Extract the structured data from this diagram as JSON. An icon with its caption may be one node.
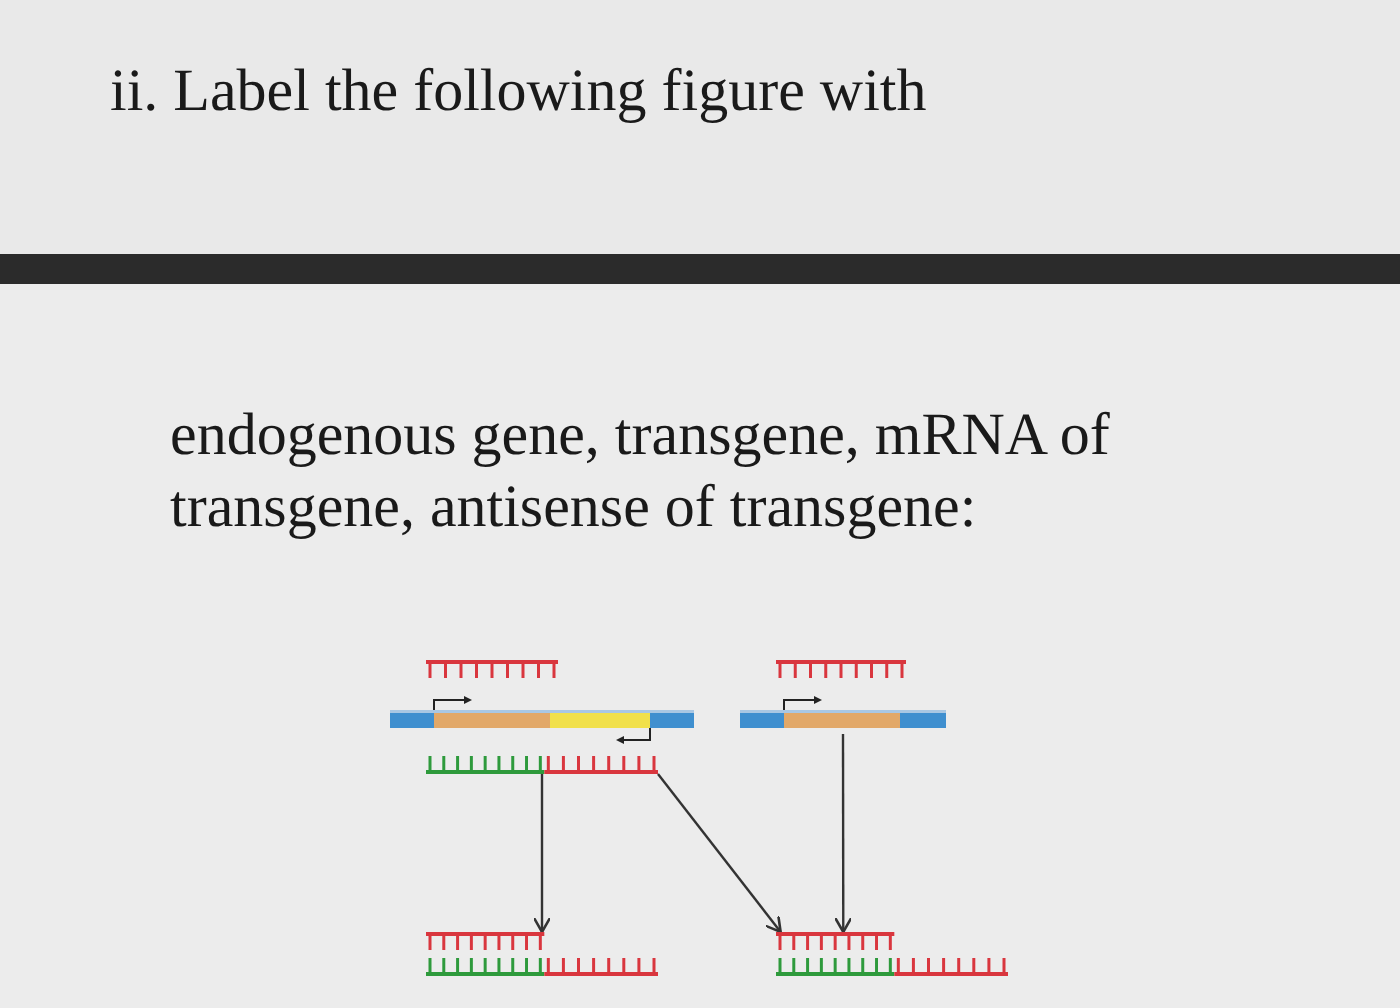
{
  "diagram": {
    "title": "ii. Label the following figure with",
    "nodes": [
      {
        "text": [],
        "shape": "bar"
      },
      {
        "text": [],
        "shape": "bar"
      },
      {
        "text": [],
        "shape": "bar"
      },
      {
        "text": [],
        "shape": "bar"
      },
      {
        "text": [],
        "shape": "bar"
      },
      {
        "text": [],
        "shape": "bar"
      },
      {
        "text": [],
        "shape": "bar"
      }
    ],
    "edges": [
      {
        "from": 4,
        "to": 5,
        "arrow": "to"
      },
      {
        "from": 4,
        "to": 6,
        "arrow": "to"
      },
      {
        "from": 3,
        "to": 6,
        "arrow": "to"
      }
    ],
    "labels": [
      "endogenous gene, transgene, mRNA of transgene, antisense of transgene:"
    ]
  }
}
